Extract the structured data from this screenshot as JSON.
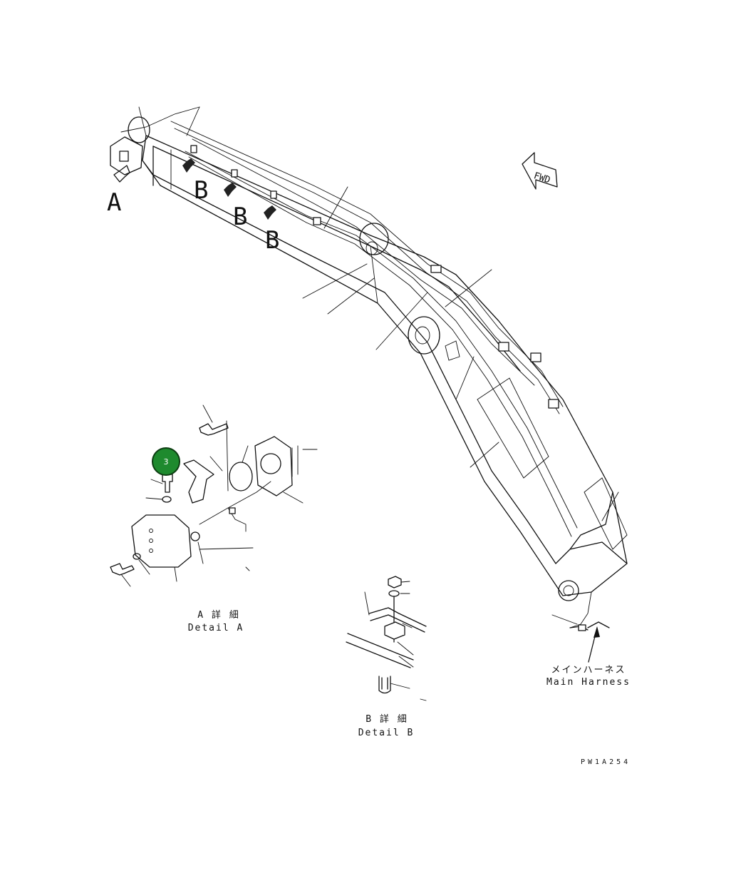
{
  "view_labels": {
    "a": "A",
    "b1": "B",
    "b2": "B",
    "b3": "B"
  },
  "fwd_label": "FWD",
  "detail_a": {
    "jp": "A 詳 細",
    "en": "Detail A"
  },
  "detail_b": {
    "jp": "B 詳 細",
    "en": "Detail B"
  },
  "harness": {
    "jp": "メインハーネス",
    "en": "Main Harness"
  },
  "drawing_code": "PW1A254",
  "callout": {
    "number": "3",
    "color": "#1e8a2e"
  }
}
